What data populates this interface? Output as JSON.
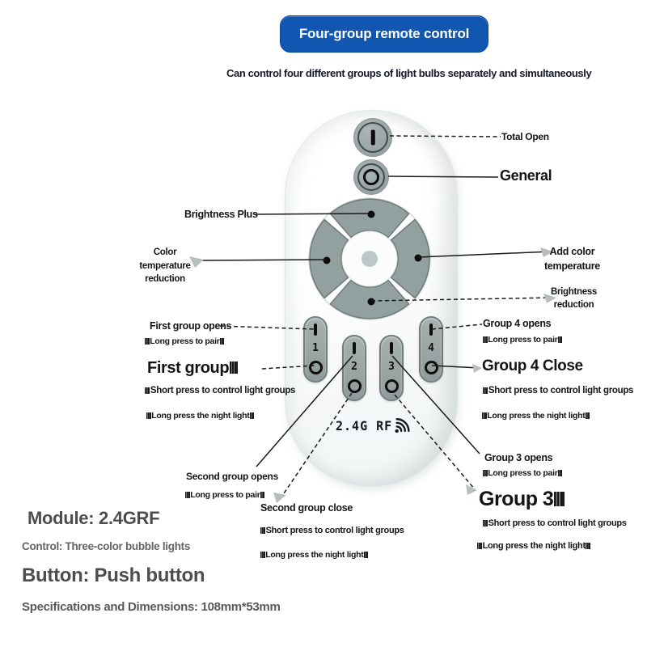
{
  "header": {
    "title": "Four-group remote control",
    "subtitle": "Can control four different groups of light bulbs separately and simultaneously"
  },
  "remote": {
    "logo": "2.4G RF",
    "group_buttons": [
      "1",
      "2",
      "3",
      "4"
    ]
  },
  "callouts": {
    "total_open": "Total Open",
    "general": "General",
    "brightness_plus": "Brightness Plus",
    "color_temp_reduction": "Color temperature reduction",
    "add_color_temp": "Add color temperature",
    "brightness_reduction": "Brightness reduction",
    "first_group_opens": "First group opens",
    "first_group_opens_sub": "□Long press to pair□",
    "first_group_close": "First group□",
    "first_group_short": "□Short press to control light groups",
    "first_group_long": "□Long press the night light□",
    "group4_opens": "Group 4 opens",
    "group4_opens_sub": "□Long press to pair□",
    "group4_close": "Group 4 Close",
    "group4_short": "□Short press to control light groups",
    "group4_long": "□Long press the night light□",
    "second_group_opens": "Second group opens",
    "second_group_opens_sub": "□Long press to pair□",
    "second_group_close": "Second group close",
    "second_group_short": "□Short press to control light groups",
    "second_group_long": "□Long press the night light□",
    "group3_opens": "Group 3 opens",
    "group3_opens_sub": "□Long press to pair□",
    "group3_close": "Group 3□",
    "group3_short": "□Short press to control light groups",
    "group3_long": "□Long press the night light□"
  },
  "specs": {
    "module": "Module: 2.4GRF",
    "control": "Control: Three-color bubble lights",
    "button": "Button: Push button",
    "dimensions": "Specifications and Dimensions: 108mm*53mm"
  },
  "colors": {
    "accent_blue": "#1157b1",
    "button_gray": "#97a3a2",
    "line_black": "#1a1a1a",
    "spec_gray": "#4d4d4d"
  }
}
